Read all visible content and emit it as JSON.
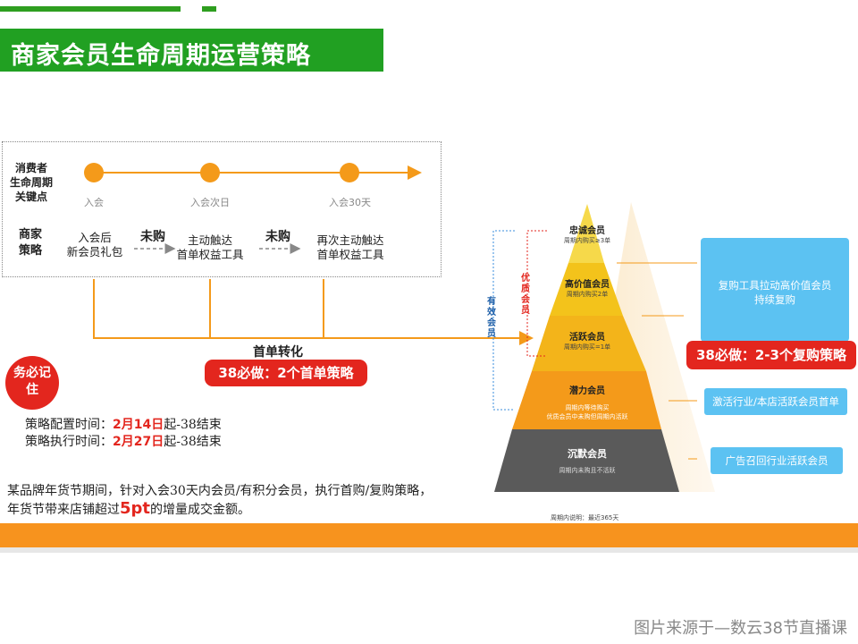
{
  "title": "商家会员生命周期运营策略",
  "timeline": {
    "header": [
      "消费者",
      "生命周期",
      "关键点"
    ],
    "points": [
      "入会",
      "入会次日",
      "入会30天"
    ]
  },
  "strategy": {
    "header": [
      "商家",
      "策略"
    ],
    "step1": [
      "入会后",
      "新会员礼包"
    ],
    "arrow_label": "未购",
    "step2": [
      "主动触达",
      "首单权益工具"
    ],
    "step3": [
      "再次主动触达",
      "首单权益工具"
    ]
  },
  "conversion": {
    "label": "首单转化",
    "pill": "38必做：2个首单策略"
  },
  "must_remember": "务必记住",
  "timing": {
    "config_prefix": "策略配置时间：",
    "config_date": "2月14日",
    "config_suffix": "起-38结束",
    "exec_prefix": "策略执行时间：",
    "exec_date": "2月27日",
    "exec_suffix": "起-38结束"
  },
  "summary": {
    "line1": "某品牌年货节期间，针对入会30天内会员/有积分会员，执行首购/复购策略，",
    "line2_prefix": "年货节带来店铺超过",
    "line2_highlight": "5pt",
    "line2_suffix": "的增量成交金额。"
  },
  "pyramid": {
    "levels": [
      {
        "name": "忠诚会员",
        "desc": [
          "周期内购买≥3单"
        ]
      },
      {
        "name": "高价值会员",
        "desc": [
          "周期内购买2单"
        ]
      },
      {
        "name": "活跃会员",
        "desc": [
          "周期内购买=1单"
        ]
      },
      {
        "name": "潜力会员",
        "desc": [
          "周期内等待购买",
          "优质会员中未购但周期内活跃"
        ]
      },
      {
        "name": "沉默会员",
        "desc": [
          "周期内未购且不活跃"
        ]
      }
    ],
    "side_effective": "有效会员",
    "side_quality": "优质会员",
    "note": "周期内说明：最近365天"
  },
  "right": {
    "box1": [
      "复购工具拉动高价值会员",
      "持续复购"
    ],
    "pill": "38必做：2-3个复购策略",
    "box2": "激活行业/本店活跃会员首单",
    "box3": "广告召回行业活跃会员"
  },
  "credit": "图片来源于—数云38节直播课",
  "colors": {
    "green": "#21a022",
    "orange": "#f7931e",
    "red": "#e3261e",
    "blue": "#5cc2f2",
    "pyramid": [
      "#f6d94a",
      "#f3c31b",
      "#f3b41a",
      "#f49a1a",
      "#5a5a5a"
    ]
  }
}
